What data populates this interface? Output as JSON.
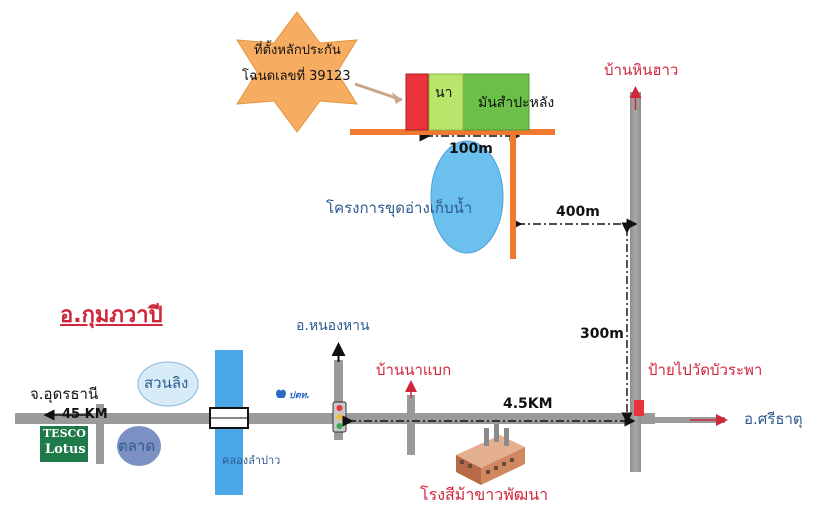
{
  "colors": {
    "road": "#9a9a98",
    "orange_road": "#f07830",
    "canal": "#4aa8e8",
    "pond": "#6cc0ee",
    "label_blue": "#2e5a8e",
    "label_red": "#d0263b",
    "star": "#f6ad62",
    "rice_field": "#b8e56a",
    "cassava_field": "#6cc04a",
    "plot_marker": "#e8343a"
  },
  "star_label": {
    "line1": "ที่ตั้งหลักประกัน",
    "line2": "โฉนดเลขที่ 39123"
  },
  "fields": {
    "rice": "นา",
    "cassava": "มันสำปะหลัง"
  },
  "pond": {
    "label": "โครงการขุดอ่างเก็บน้ำ"
  },
  "distances": {
    "d100": "100m",
    "d400": "400m",
    "d300": "300m",
    "d45": "4.5KM",
    "d45km": "45 KM"
  },
  "places": {
    "ban_hin_hao": "บ้านหินฮาว",
    "district": "อ.กุมภวาปี",
    "nong_han": "อ.หนองหาน",
    "ban_na_baek": "บ้านนาแบก",
    "temple_sign": "ป้ายไปวัดบัวระพา",
    "si_that": "อ.ศรีธาตุ",
    "udon": "จ.อุดรธานี",
    "park": "สวนลิง",
    "market": "ตลาด",
    "canal": "คลองลำปาว",
    "factory": "โรงสีม้าขาวพัฒนา",
    "ptt": "ปตท.",
    "tesco1": "TESCO",
    "tesco2": "Lotus"
  },
  "icons": [
    "star-icon",
    "traffic-light-icon",
    "factory-icon",
    "ptt-logo-icon",
    "tesco-lotus-logo",
    "road-arrow-icon"
  ]
}
